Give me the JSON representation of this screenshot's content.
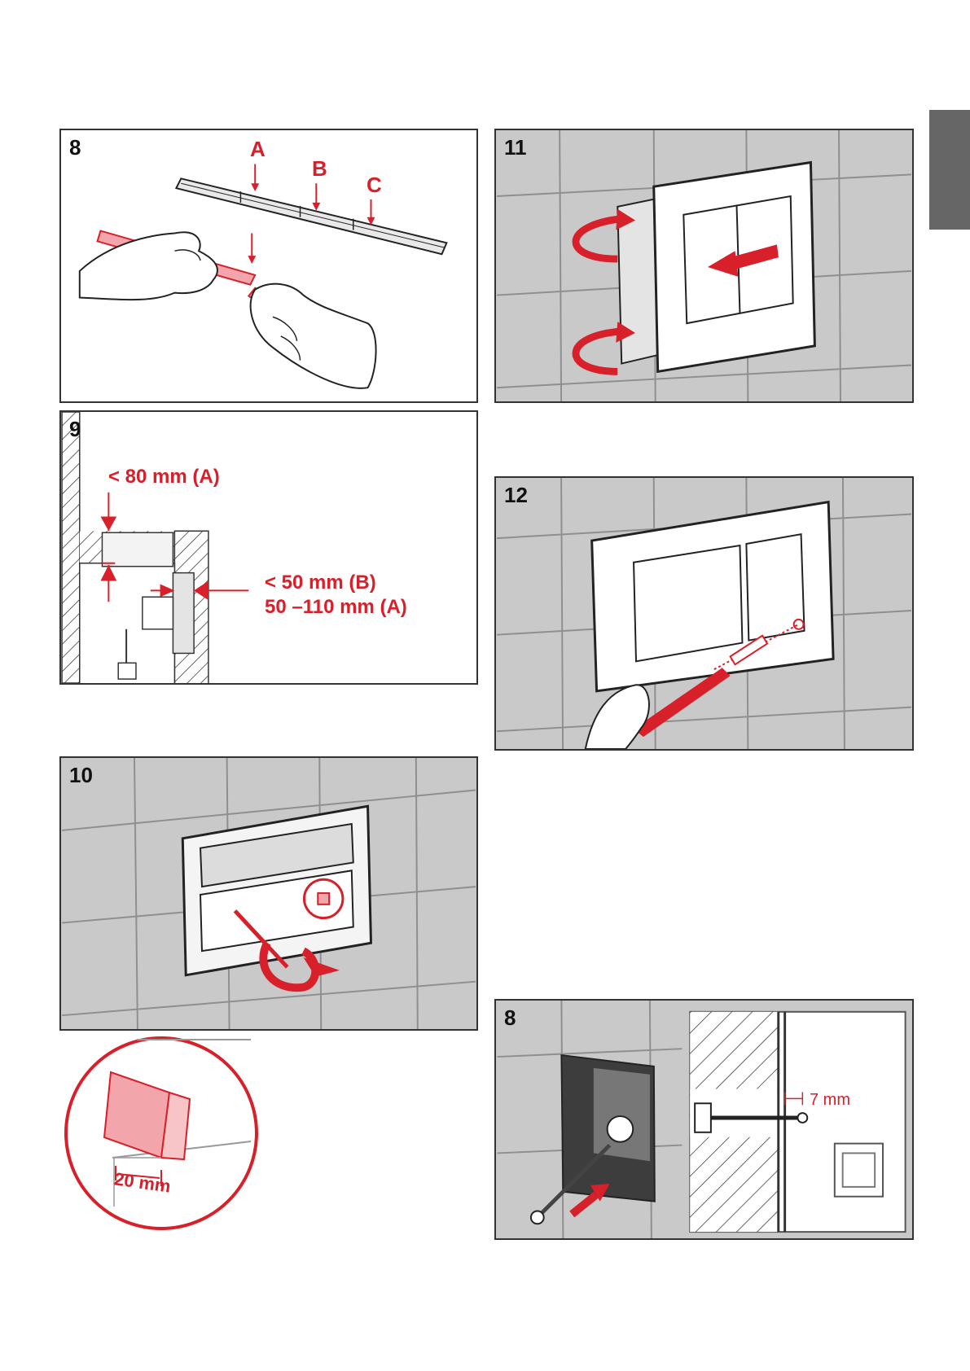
{
  "panels": {
    "p8a": {
      "number": "8",
      "labels": {
        "a": "A",
        "b": "B",
        "c": "C"
      }
    },
    "p9": {
      "number": "9",
      "dim_top": "< 80 mm (A)",
      "dim_side_1": "< 50 mm (B)",
      "dim_side_2": "50 –110 mm (A)"
    },
    "p10": {
      "number": "10"
    },
    "detail": {
      "dim": "20 mm"
    },
    "p11": {
      "number": "11"
    },
    "p12": {
      "number": "12"
    },
    "p8b": {
      "number": "8",
      "dim": "7 mm"
    }
  },
  "colors": {
    "accent": "#d8202a",
    "tile": "#c9c9c9",
    "line": "#333333",
    "side_tab": "#666666"
  }
}
